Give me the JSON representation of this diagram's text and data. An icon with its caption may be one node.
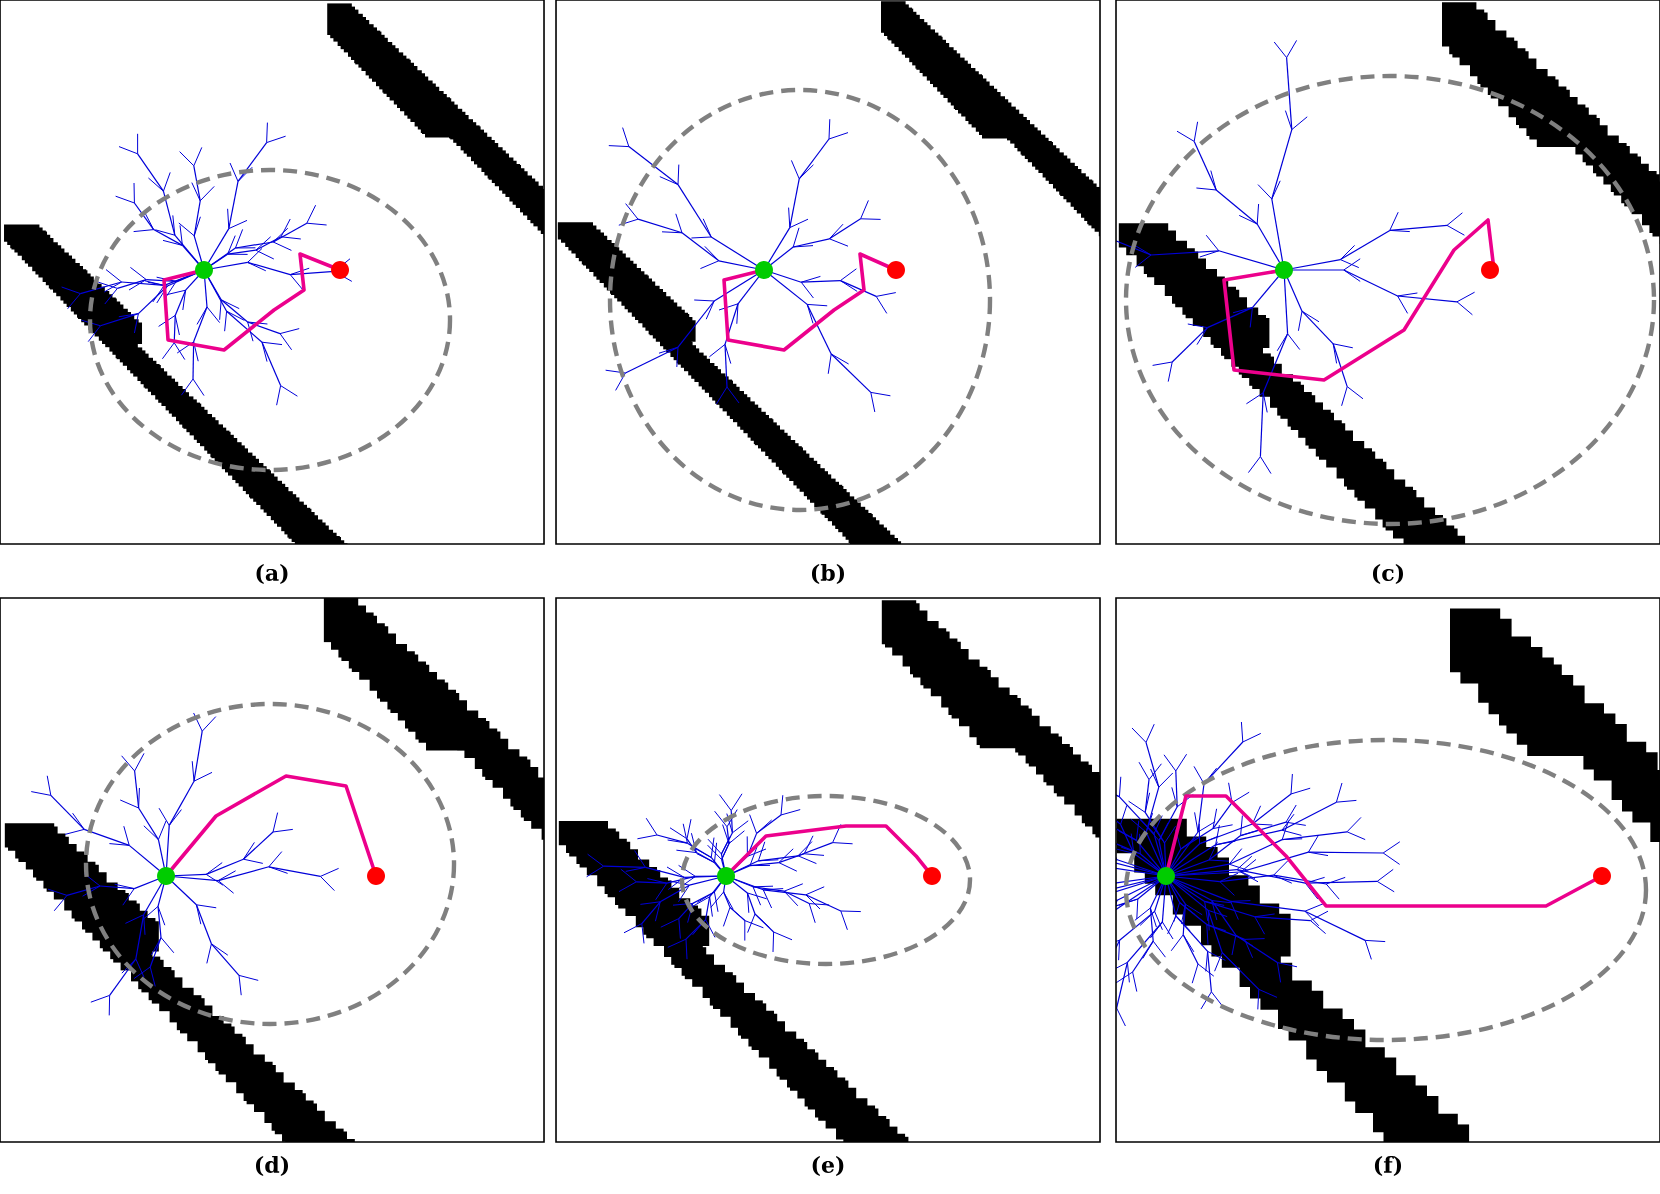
{
  "diagram": {
    "labels": [
      "(a)",
      "(b)",
      "(c)",
      "(d)",
      "(e)",
      "(f)"
    ]
  }
}
